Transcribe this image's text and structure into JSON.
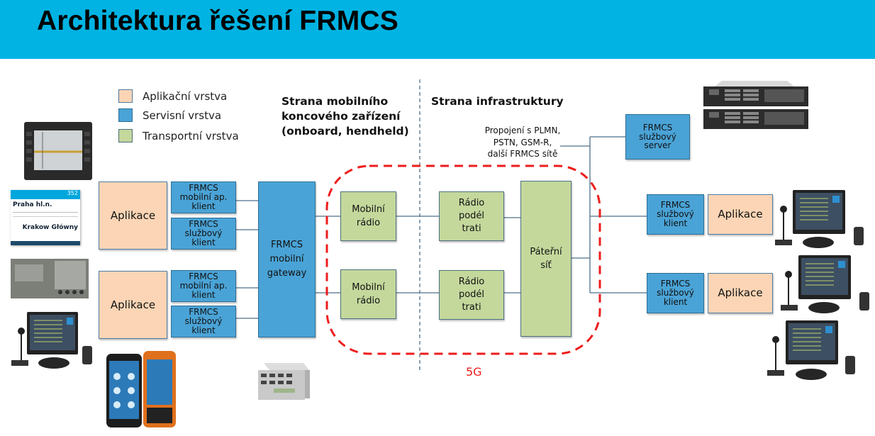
{
  "header": {
    "title": "Architektura řešení FRMCS",
    "background": "#00b3e3"
  },
  "legend": [
    {
      "label": "Aplikační vrstva",
      "color": "#fbd5b5"
    },
    {
      "label": "Servisní vrstva",
      "color": "#4aa3d6"
    },
    {
      "label": "Transportní vrstva",
      "color": "#c4d89c"
    }
  ],
  "sides": {
    "mobile": [
      "Strana mobilního",
      "koncového zařízení",
      "(onboard, hendheld)"
    ],
    "infrastructure": "Strana infrastruktury"
  },
  "interconnect_note": [
    "Propojení s PLMN,",
    "PSTN, GSM-R,",
    "další FRMCS sítě"
  ],
  "zone_label": "5G",
  "zone_color": "#ee1c1c",
  "boxes": {
    "app_left_1": "Aplikace",
    "app_left_2": "Aplikace",
    "client_ap_1": [
      "FRMCS",
      "mobilní ap.",
      "klient"
    ],
    "client_svc_1": [
      "FRMCS",
      "službový",
      "klient"
    ],
    "client_ap_2": [
      "FRMCS",
      "mobilní ap.",
      "klient"
    ],
    "client_svc_2": [
      "FRMCS",
      "službový",
      "klient"
    ],
    "gateway": [
      "FRMCS",
      "mobilní",
      "gateway"
    ],
    "mobile_radio_1": [
      "Mobilní",
      "rádio"
    ],
    "mobile_radio_2": [
      "Mobilní",
      "rádio"
    ],
    "track_radio_1": [
      "Rádio",
      "podél",
      "trati"
    ],
    "track_radio_2": [
      "Rádio",
      "podél",
      "trati"
    ],
    "backbone": [
      "Páteřní",
      "síť"
    ],
    "service_server": [
      "FRMCS",
      "službový",
      "server"
    ],
    "infra_client_1": [
      "FRMCS",
      "službový",
      "klient"
    ],
    "infra_client_2": [
      "FRMCS",
      "službový",
      "klient"
    ],
    "app_right_1": "Aplikace",
    "app_right_2": "Aplikace"
  },
  "devices": {
    "onboard_terminal": "onboard-terminal-image",
    "passenger_display": {
      "icon": "passenger-info-display-image",
      "station": "Praha hl.n.",
      "destination": "Krakow Główny",
      "train_number": "352"
    },
    "control_unit": "control-unit-image",
    "dispatcher_console_left": "dispatcher-console-image",
    "handhelds": "handheld-phones-image",
    "onboard_gateway_hw": "gateway-hardware-image",
    "servers": "rack-servers-image",
    "dispatcher_consoles_right": "dispatcher-console-image"
  }
}
